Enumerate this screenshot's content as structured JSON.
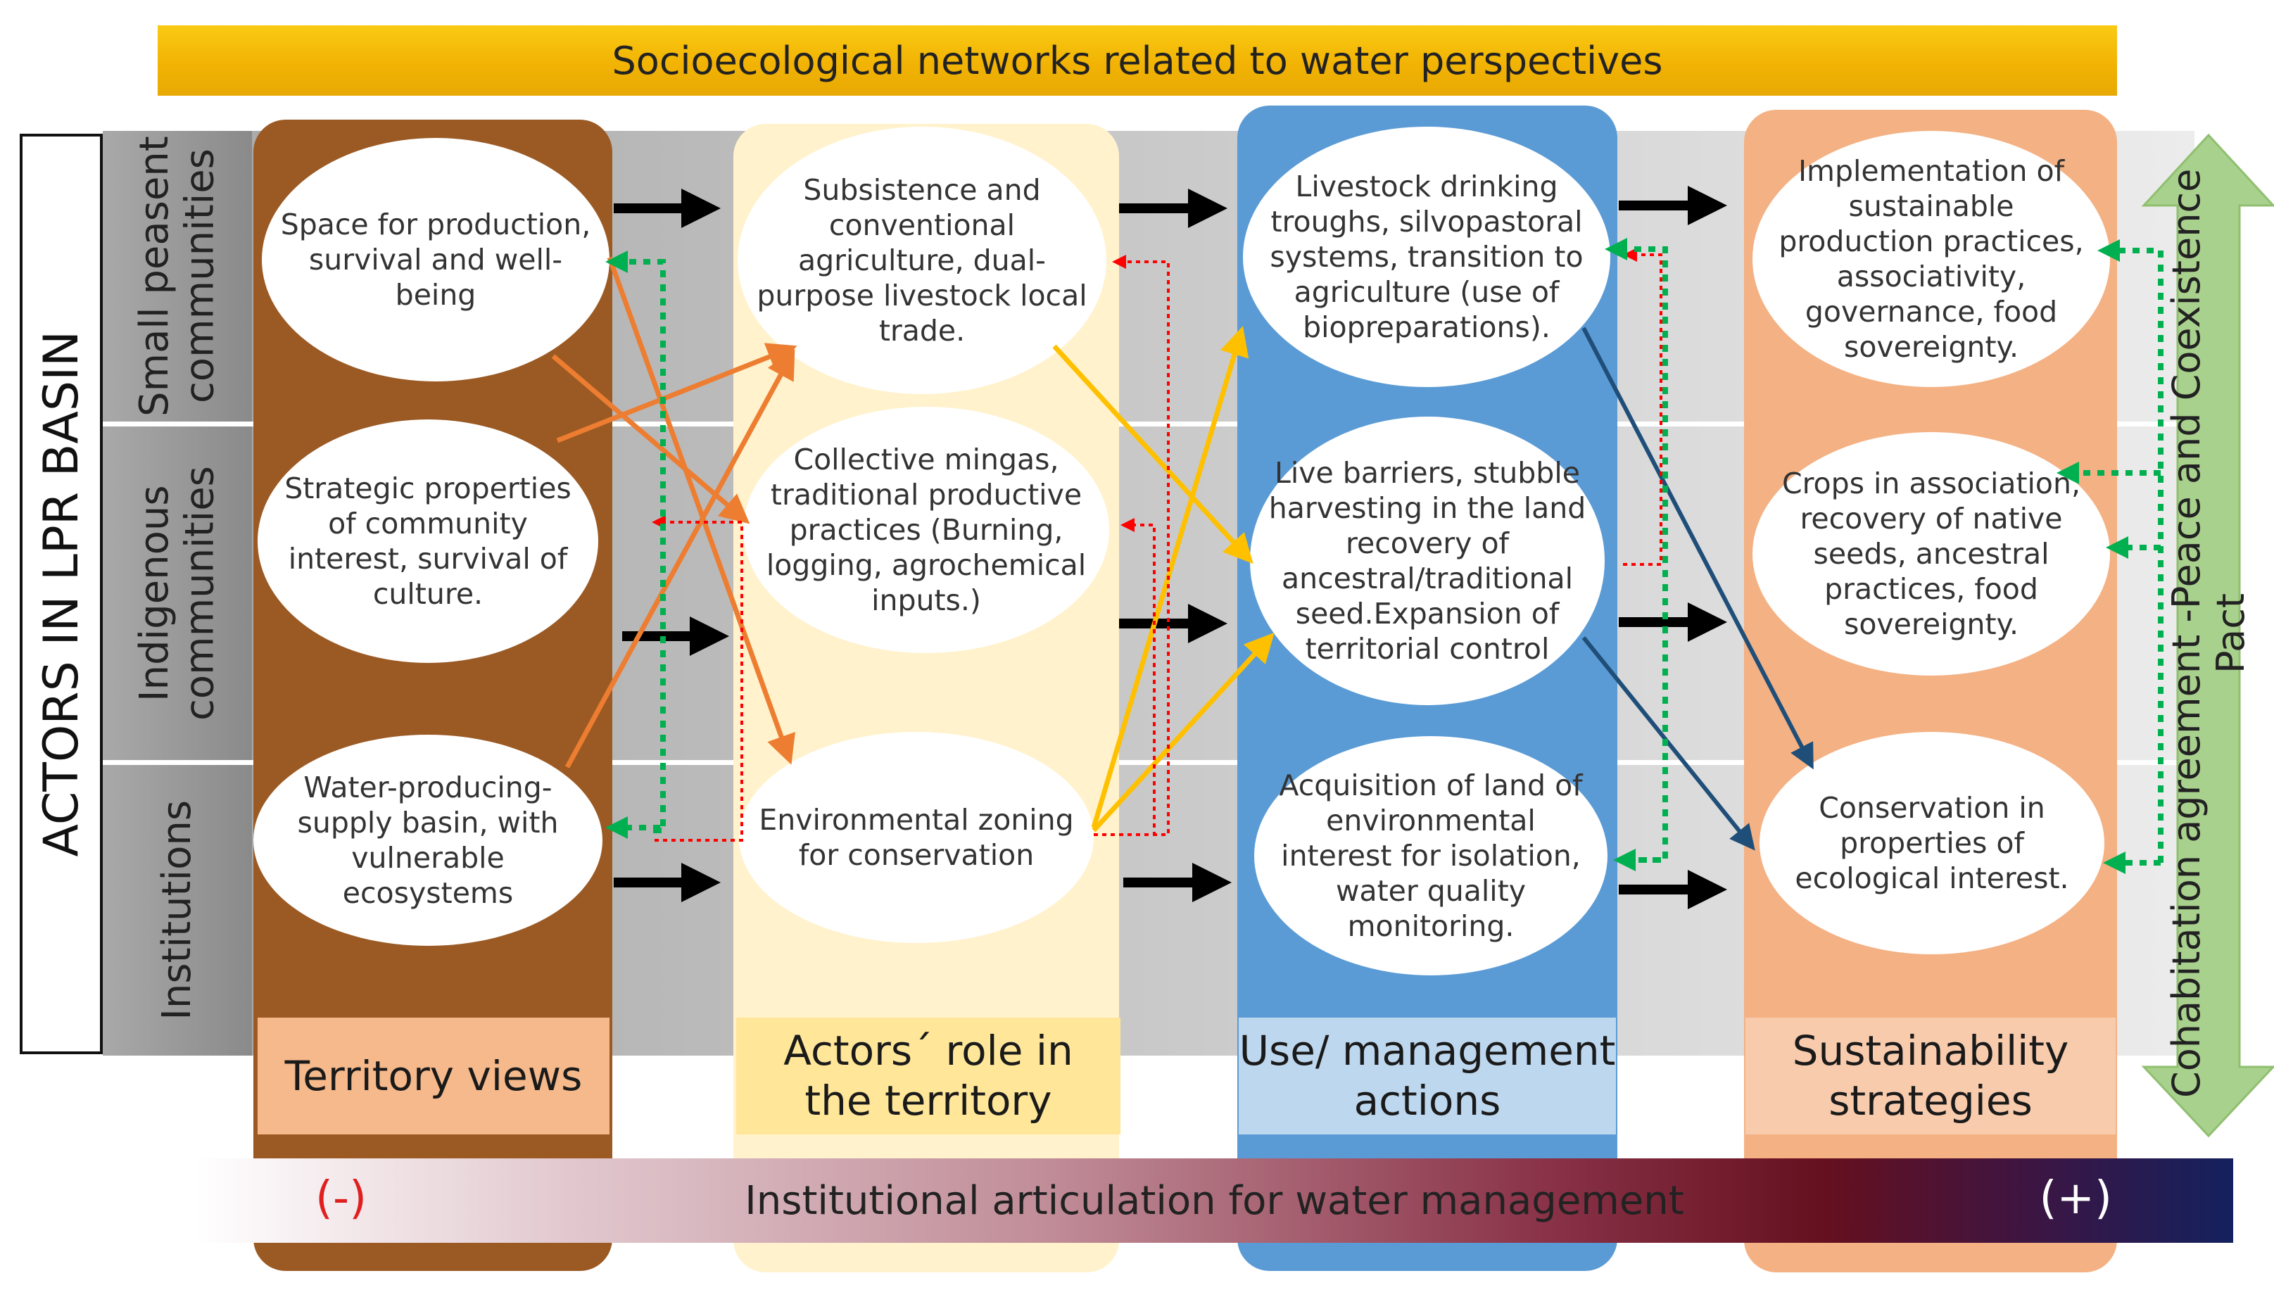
{
  "banner": {
    "title": "Socioecological networks related to water perspectives"
  },
  "actors_label": "ACTORS IN LPR BASIN",
  "rows": [
    {
      "label": "Small peasent communities"
    },
    {
      "label": "Indigenous communities"
    },
    {
      "label": "Institutions"
    }
  ],
  "columns": [
    {
      "header": "Territory views",
      "nodes": [
        "Space for production, survival and well-being",
        "Strategic properties of community interest, survival of culture.",
        "Water-producing-supply basin, with vulnerable ecosystems"
      ]
    },
    {
      "header": "Actors´ role in the territory",
      "nodes": [
        "Subsistence and conventional agriculture, dual-purpose livestock local trade.",
        "Collective mingas, traditional productive practices (Burning, logging, agrochemical inputs.)",
        "Environmental zoning for conservation"
      ]
    },
    {
      "header": "Use/ management actions",
      "nodes": [
        "Livestock drinking troughs, silvopastoral systems, transition to agriculture (use of biopreparations).",
        "Live barriers, stubble harvesting in the land recovery of ancestral/traditional seed.Expansion of territorial control",
        "Acquisition of land of environmental interest for isolation, water quality monitoring."
      ]
    },
    {
      "header": "Sustainability strategies",
      "nodes": [
        "Implementation of sustainable production practices, associativity, governance, food sovereignty.",
        "Crops in association, recovery of native seeds, ancestral practices, food sovereignty.",
        "Conservation in properties of ecological interest."
      ]
    }
  ],
  "bottom_bar": {
    "label": "Institutional articulation for water management",
    "minus": "(-)",
    "plus": "(+)"
  },
  "side_arrow": {
    "label": "Cohabitation agreement -Peace and Coexistence Pact"
  },
  "colors": {
    "territory": "#9b5a24",
    "territory_header": "#f5b98b",
    "role": "#fff2cc",
    "role_header": "#ffe699",
    "use": "#5b9bd5",
    "use_header": "#bdd7ee",
    "strategy": "#f4b183",
    "strategy_header": "#f8cbad",
    "banner": "#f5b800",
    "orange_link": "#ed7d31",
    "yellow_link": "#ffc000",
    "navy_link": "#1f4e79",
    "red_dotted": "#ff0000",
    "green_dotted": "#00b050",
    "green_arrow": "#a9d18e"
  }
}
